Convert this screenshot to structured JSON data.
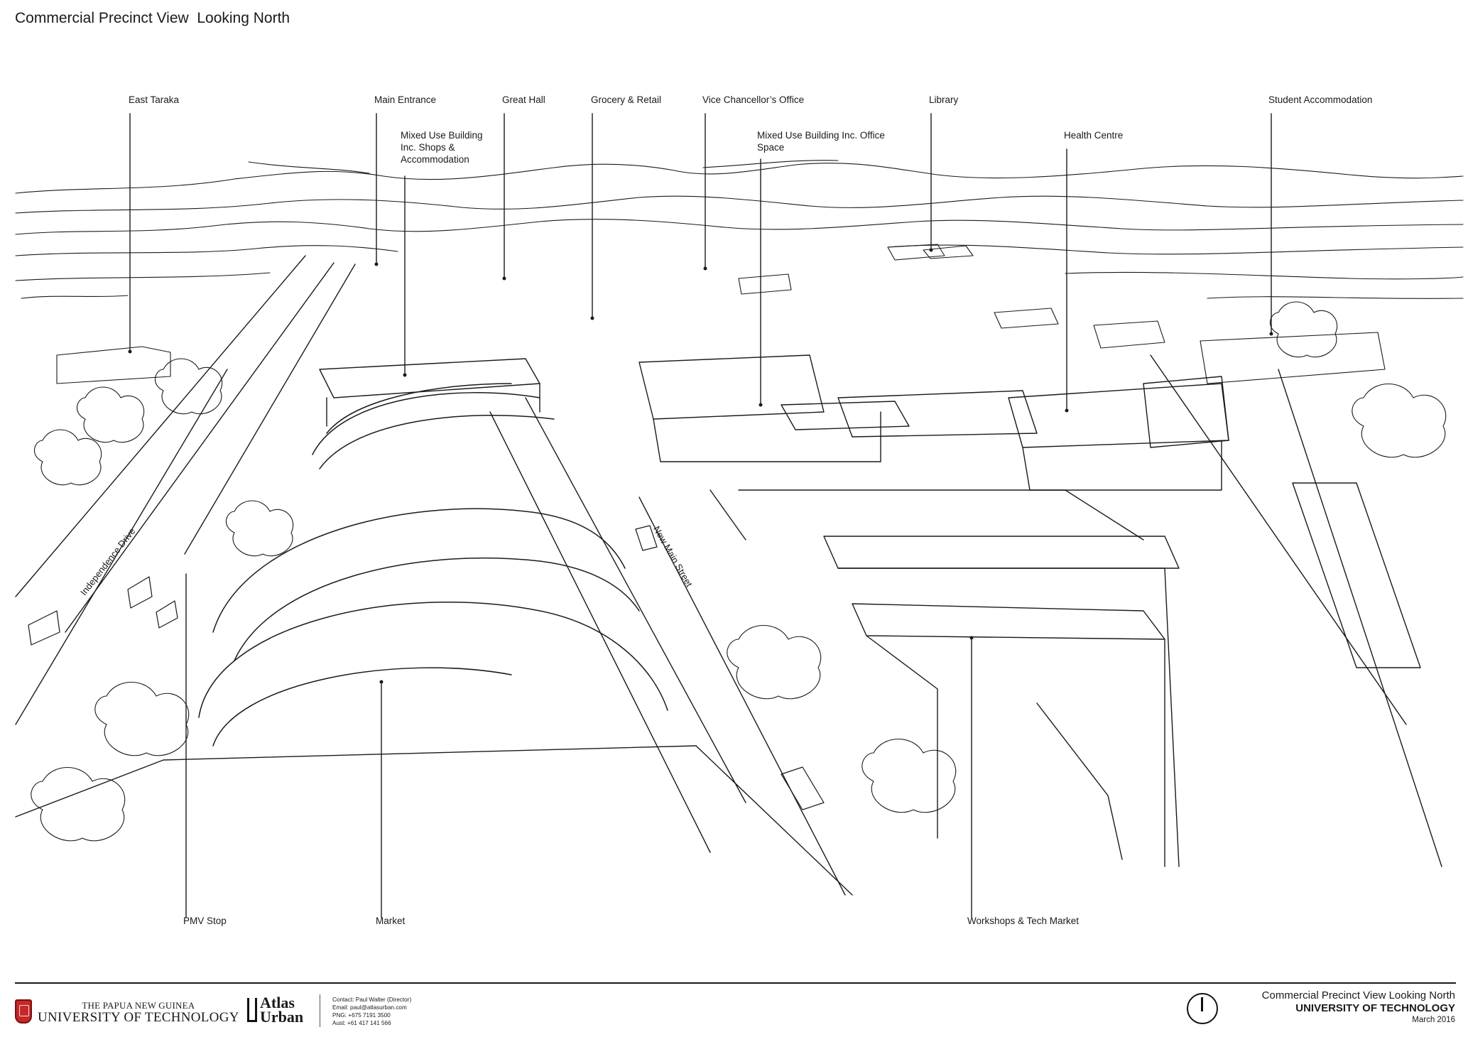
{
  "title": "Commercial Precinct View  Looking North",
  "labels": {
    "east_taraka": "East Taraka",
    "main_entrance": "Main Entrance",
    "great_hall": "Great Hall",
    "grocery_retail": "Grocery & Retail",
    "vice_chancellor": "Vice Chancellor’s Office",
    "library": "Library",
    "student_accommodation": "Student Accommodation",
    "mixed_use_shops": "Mixed Use Building\nInc. Shops &\nAccommodation",
    "mixed_use_office": "Mixed Use Building Inc. Office\nSpace",
    "health_centre": "Health Centre",
    "pmv_stop": "PMV Stop",
    "market": "Market",
    "workshops": "Workshops & Tech Market"
  },
  "streets": {
    "independence_drive": "Independence Drive",
    "new_main_street": "New Main Street"
  },
  "footer": {
    "upng_line1": "THE PAPUA NEW GUINEA",
    "upng_line2": "UNIVERSITY OF TECHNOLOGY",
    "atlas_line1": "Atlas",
    "atlas_line2": "Urban",
    "contact_lines": [
      "Contact: Paul Walter (Director)",
      "Email: paul@atlasurban.com",
      "PNG: +675 7191 3500",
      "Aust: +61 417 141 566"
    ],
    "title_block_title": "Commercial Precinct View Looking North",
    "title_block_org": "UNIVERSITY OF TECHNOLOGY",
    "title_block_date": "March 2016"
  }
}
